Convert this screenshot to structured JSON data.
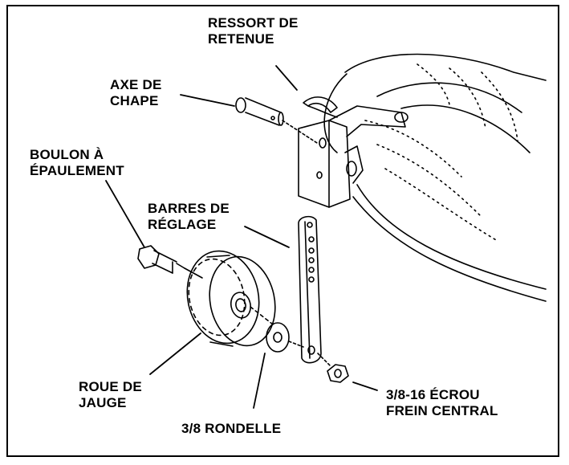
{
  "labels": {
    "retaining_spring": [
      "RESSORT DE",
      "RETENUE"
    ],
    "clevis_pin": [
      "AXE DE",
      "CHAPE"
    ],
    "shoulder_bolt": [
      "BOULON À",
      "ÉPAULEMENT"
    ],
    "adjustment_bars": [
      "BARRES DE",
      "RÉGLAGE"
    ],
    "gauge_wheel": [
      "ROUE DE",
      "JAUGE"
    ],
    "washer": [
      "3/8 RONDELLE"
    ],
    "lock_nut": [
      "3/8-16 ÉCROU",
      "FREIN CENTRAL"
    ]
  },
  "colors": {
    "ink": "#000000",
    "paper": "#ffffff"
  }
}
